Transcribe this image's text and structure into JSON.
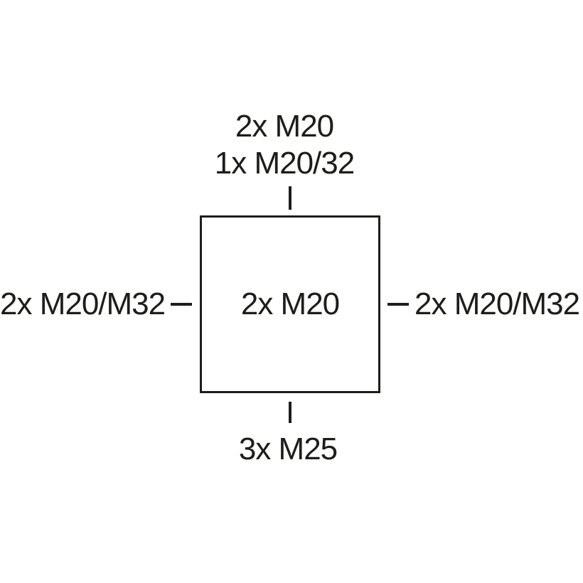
{
  "page": {
    "background": "#ffffff"
  },
  "diagram": {
    "ink_color": "#1d1d1b",
    "top": {
      "line1": "2x M20",
      "line2": "1x M20/32"
    },
    "left": {
      "label": "2x M20/M32"
    },
    "right": {
      "label": "2x M20/M32"
    },
    "center": {
      "label": "2x M20"
    },
    "bottom": {
      "label": "3x M25"
    }
  }
}
